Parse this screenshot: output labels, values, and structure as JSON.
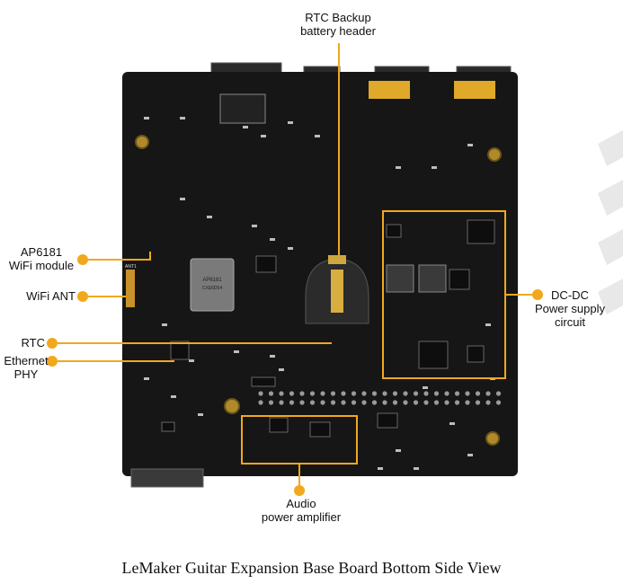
{
  "labels": {
    "rtc_backup_1": "RTC Backup",
    "rtc_backup_2": "battery header",
    "ap6181_1": "AP6181",
    "ap6181_2": "WiFi module",
    "wifi_ant": "WiFi ANT",
    "rtc": "RTC",
    "ethernet_1": "Ethernet",
    "ethernet_2": "PHY",
    "dcdc_1": "DC-DC",
    "dcdc_2": "Power supply",
    "dcdc_3": "circuit",
    "audio_1": "Audio",
    "audio_2": "power amplifier"
  },
  "chip_text": {
    "ap6181_line1": "AP6181",
    "ap6181_line2": "CXE6D54",
    "ant_tag": "ANT1"
  },
  "caption": "LeMaker Guitar Expansion Base Board Bottom Side View",
  "colors": {
    "accent": "#f2a81d",
    "board": "#161616"
  }
}
